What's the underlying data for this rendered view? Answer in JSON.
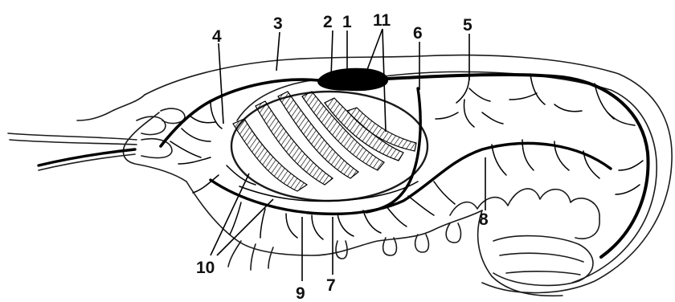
{
  "labels": {
    "l1": "1",
    "l2": "2",
    "l3": "3",
    "l4": "4",
    "l5": "5",
    "l6": "6",
    "l7": "7",
    "l8": "8",
    "l9": "9",
    "l10": "10",
    "l11": "11"
  },
  "colors": {
    "ink": "#000000",
    "paper": "#ffffff"
  }
}
